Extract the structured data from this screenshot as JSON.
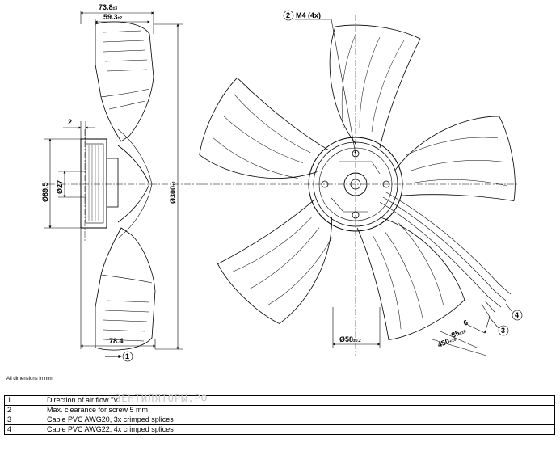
{
  "dims": {
    "width_overall": "73.8",
    "width_overall_tol": "±3",
    "width_hub": "59.3",
    "width_hub_tol": "±2",
    "clearance": "2",
    "dia_hub": "Ø89.5",
    "dia_shaft": "Ø27",
    "dia_fan": "Ø300",
    "dia_fan_tol": "±2",
    "depth_bottom": "78.4",
    "thread": "M4 (4x)",
    "dia_cable": "Ø58",
    "dia_cable_tol": "±0.2",
    "cable_a": "6",
    "cable_b": "85",
    "cable_b_tol": "±10",
    "cable_c": "450",
    "cable_c_tol": "+20"
  },
  "callouts": {
    "c1": "1",
    "c2": "2",
    "c3": "3",
    "c4": "4"
  },
  "note": "All dimensions in mm.",
  "watermark": "ВЕНТИЛЯТОРЫ.РФ",
  "legend": [
    {
      "num": "1",
      "text": "Direction of air flow \"V\""
    },
    {
      "num": "2",
      "text": "Max. clearance for screw 5 mm"
    },
    {
      "num": "3",
      "text": "Cable PVC AWG20, 3x crimped splices"
    },
    {
      "num": "4",
      "text": "Cable PVC AWG22, 4x crimped splices"
    }
  ]
}
